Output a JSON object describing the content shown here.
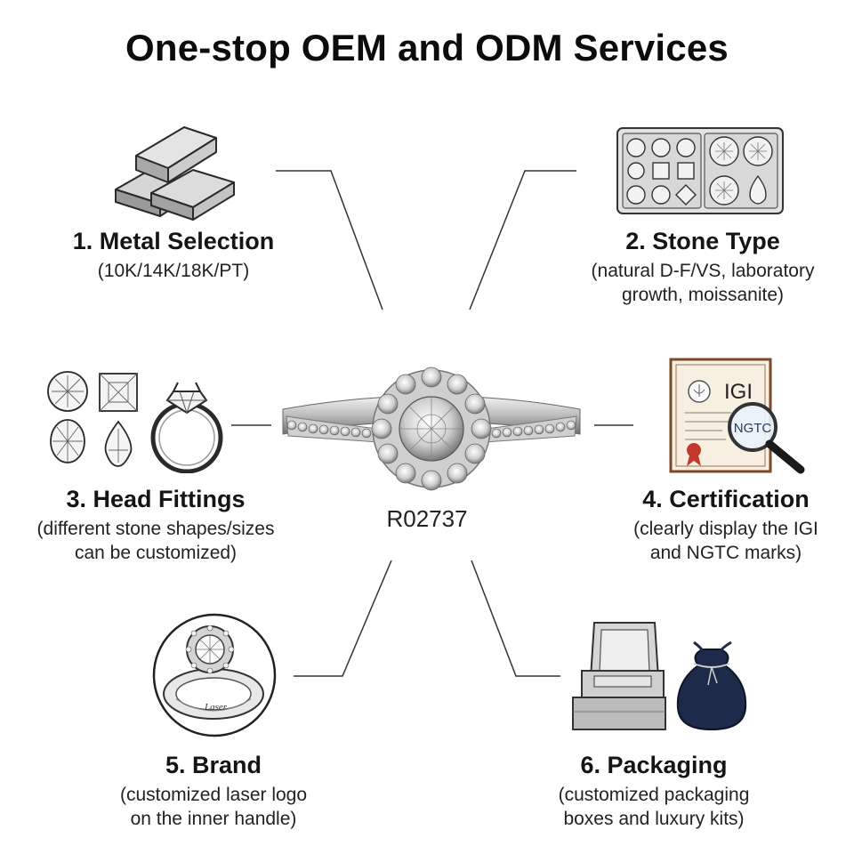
{
  "title": "One-stop OEM and ODM Services",
  "product_code": "R02737",
  "services": [
    {
      "heading": "1. Metal Selection",
      "desc_lines": [
        "(10K/14K/18K/PT)"
      ]
    },
    {
      "heading": "2. Stone Type",
      "desc_lines": [
        "(natural D-F/VS, laboratory",
        "growth, moissanite)"
      ]
    },
    {
      "heading": "3. Head Fittings",
      "desc_lines": [
        "(different stone shapes/sizes",
        "can be customized)"
      ]
    },
    {
      "heading": "4. Certification",
      "desc_lines": [
        "(clearly display the IGI",
        "and NGTC marks)"
      ]
    },
    {
      "heading": "5. Brand",
      "desc_lines": [
        "(customized laser logo",
        "on the inner handle)"
      ]
    },
    {
      "heading": "6. Packaging",
      "desc_lines": [
        "(customized packaging",
        "boxes and luxury kits)"
      ]
    }
  ],
  "certificate_marks": {
    "igi": "IGI",
    "ngtc": "NGTC"
  },
  "engraving": "Laser",
  "icons": [
    "metal-bars-icon",
    "stone-tray-icon",
    "stone-shapes-icon",
    "certificate-icon",
    "engraved-ring-icon",
    "packaging-icon"
  ],
  "colors": {
    "pouch": "#1e2a4a",
    "line": "#333333",
    "text": "#111111"
  }
}
